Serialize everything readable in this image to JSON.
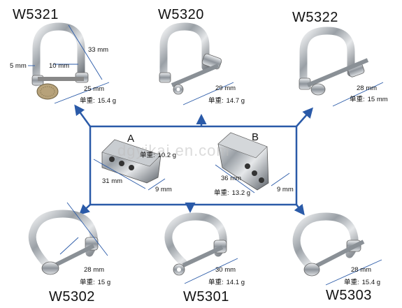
{
  "products": {
    "w5321": {
      "code": "W5321",
      "length": "33 mm",
      "pin": "5 mm",
      "gap": "10 mm",
      "width": "25 mm",
      "weight_label": "单重:",
      "weight": "15.4 g"
    },
    "w5320": {
      "code": "W5320",
      "width": "29 mm",
      "weight_label": "单重:",
      "weight": "14.7 g"
    },
    "w5322": {
      "code": "W5322",
      "width": "28 mm",
      "weight_label": "单重:",
      "weight": "15 mm"
    },
    "w5302": {
      "code": "W5302",
      "width": "28 mm",
      "weight_label": "单重:",
      "weight": "15 g"
    },
    "w5301": {
      "code": "W5301",
      "width": "30 mm",
      "weight_label": "单重:",
      "weight": "14.1 g"
    },
    "w5303": {
      "code": "W5303",
      "width": "28 mm",
      "weight_label": "单重:",
      "weight": "15.4 g"
    }
  },
  "blocks": {
    "a": {
      "letter": "A",
      "weight_label": "单重:",
      "weight": "10.2 g",
      "length": "31 mm",
      "thickness": "9 mm"
    },
    "b": {
      "letter": "B",
      "length": "36 mm",
      "weight_label": "单重:",
      "weight": "13.2 g",
      "thickness": "9 mm"
    }
  },
  "watermark": "dgyikai.en.com",
  "colors": {
    "connector": "#2a5aa8",
    "dimension_line": "#2a5aa8",
    "metal": "#9aa0a6"
  }
}
